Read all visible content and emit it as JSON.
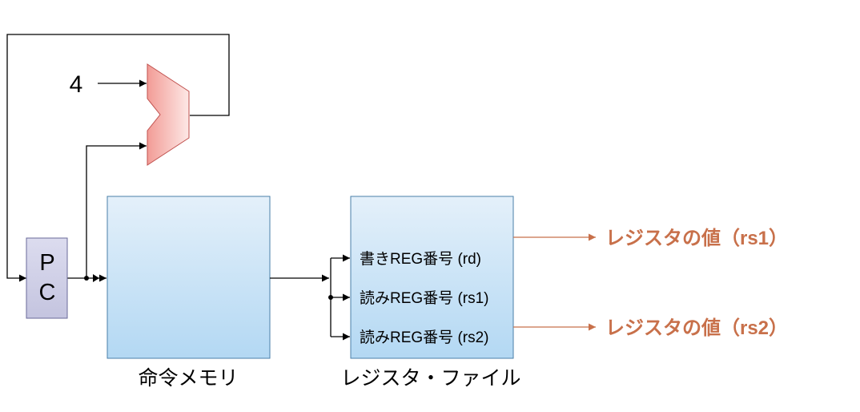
{
  "adder_input_constant": "4",
  "pc_block": {
    "line1": "P",
    "line2": "C"
  },
  "instruction_memory": {
    "caption": "命令メモリ"
  },
  "register_file": {
    "caption": "レジスタ・ファイル",
    "ports": [
      "書きREG番号 (rd)",
      "読みREG番号 (rs1)",
      "読みREG番号 (rs2)"
    ]
  },
  "outputs": [
    "レジスタの値（rs1）",
    "レジスタの値（rs2）"
  ],
  "colors": {
    "block_top": "#e4f0fa",
    "block_bottom": "#b3d8f3",
    "block_border": "#4a7fa8",
    "pc_fill": "#cfcfe6",
    "pc_border": "#6a6a9a",
    "adder_top": "#fde8e6",
    "adder_bottom": "#f29c96",
    "adder_border": "#c0504d",
    "output_accent": "#c8704a",
    "wire": "#000000"
  }
}
